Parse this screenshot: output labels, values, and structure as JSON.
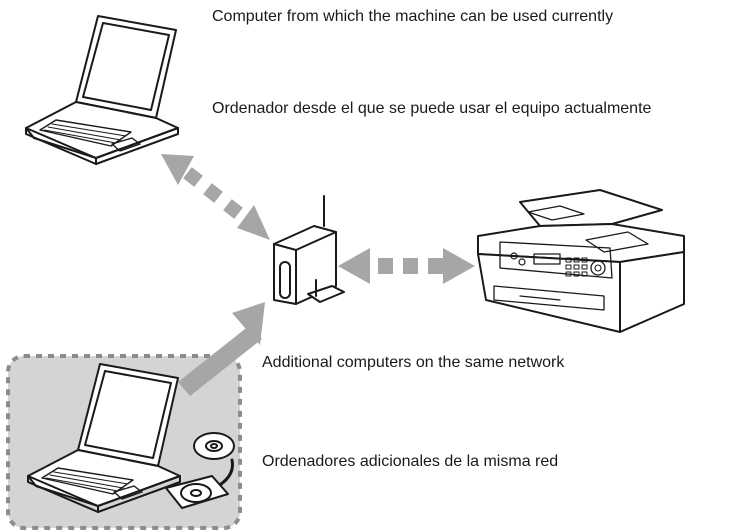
{
  "captions": {
    "current_computer_en": "Computer from which the machine can be used currently",
    "current_computer_es": "Ordenador desde el que se puede usar el equipo actualmente",
    "additional_computers_en": "Additional computers on the same network",
    "additional_computers_es": "Ordenadores adicionales de la misma red"
  },
  "colors": {
    "arrow": "#a6a6a6",
    "highlight_fill": "#d4d4d4",
    "highlight_border": "#8c8c8c",
    "line_art": "#1a1a1a"
  },
  "icons": [
    "laptop-icon",
    "wireless-router-icon",
    "printer-icon",
    "cd-rom-icon"
  ]
}
